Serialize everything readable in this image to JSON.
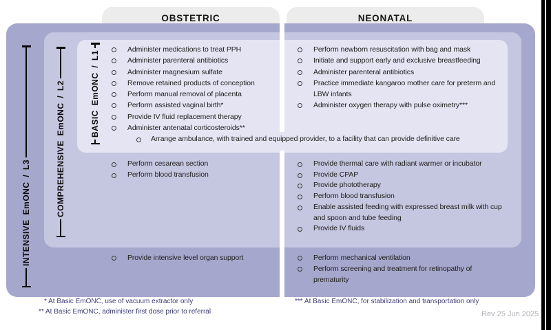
{
  "columns": {
    "obstetric": "OBSTETRIC",
    "neonatal": "NEONATAL"
  },
  "levels": {
    "basic_label": "BASIC EmONC / L1",
    "comprehensive_label": "COMPREHENSIVE EmONC / L2",
    "intensive_label": "INTENSIVE EmONC / L3"
  },
  "basic": {
    "obstetric": [
      "Administer medications to treat PPH",
      "Administer parenteral antibiotics",
      "Administer magnesium sulfate",
      "Remove retained products of conception",
      "Perform manual removal of placenta",
      "Perform assisted vaginal birth*",
      "Provide IV fluid replacement therapy",
      "Administer antenatal corticosteroids**"
    ],
    "neonatal": [
      "Perform newborn resuscitation with bag and mask",
      "Initiate and support early and exclusive breastfeeding",
      "Administer parenteral antibiotics",
      "Practice immediate kangaroo mother care for preterm and LBW infants",
      "Administer oxygen therapy with pulse oximetry***"
    ],
    "shared_referral": "Arrange ambulance, with trained and equipped provider, to a facility that can provide definitive care"
  },
  "comprehensive": {
    "obstetric": [
      "Perform cesarean section",
      "Perform blood transfusion"
    ],
    "neonatal": [
      "Provide thermal care with radiant warmer or incubator",
      "Provide CPAP",
      "Provide phototherapy",
      "Perform blood transfusion",
      "Enable assisted feeding with expressed breast milk with cup and spoon and tube feeding",
      "Provide IV fluids"
    ]
  },
  "intensive": {
    "obstetric": [
      "Provide intensive level organ support"
    ],
    "neonatal": [
      "Perform mechanical ventilation",
      "Perform screening and treatment for retinopathy of prematurity"
    ]
  },
  "footnotes": {
    "one": "* At Basic EmONC, use of vacuum extractor only",
    "two": "** At Basic EmONC, administer first dose prior to referral",
    "three": "*** At Basic EmONC, for stabilization and transportation only"
  },
  "revision": "Rev 25 Jun 2025",
  "colors": {
    "level3_bg": "#a6a7cc",
    "level2_bg": "#c5c6df",
    "level1_bg": "#e4e4f3",
    "header_pill_bg": "#ececec",
    "footnote_text": "#3d3d78",
    "revision_text": "#b2b2b8"
  }
}
